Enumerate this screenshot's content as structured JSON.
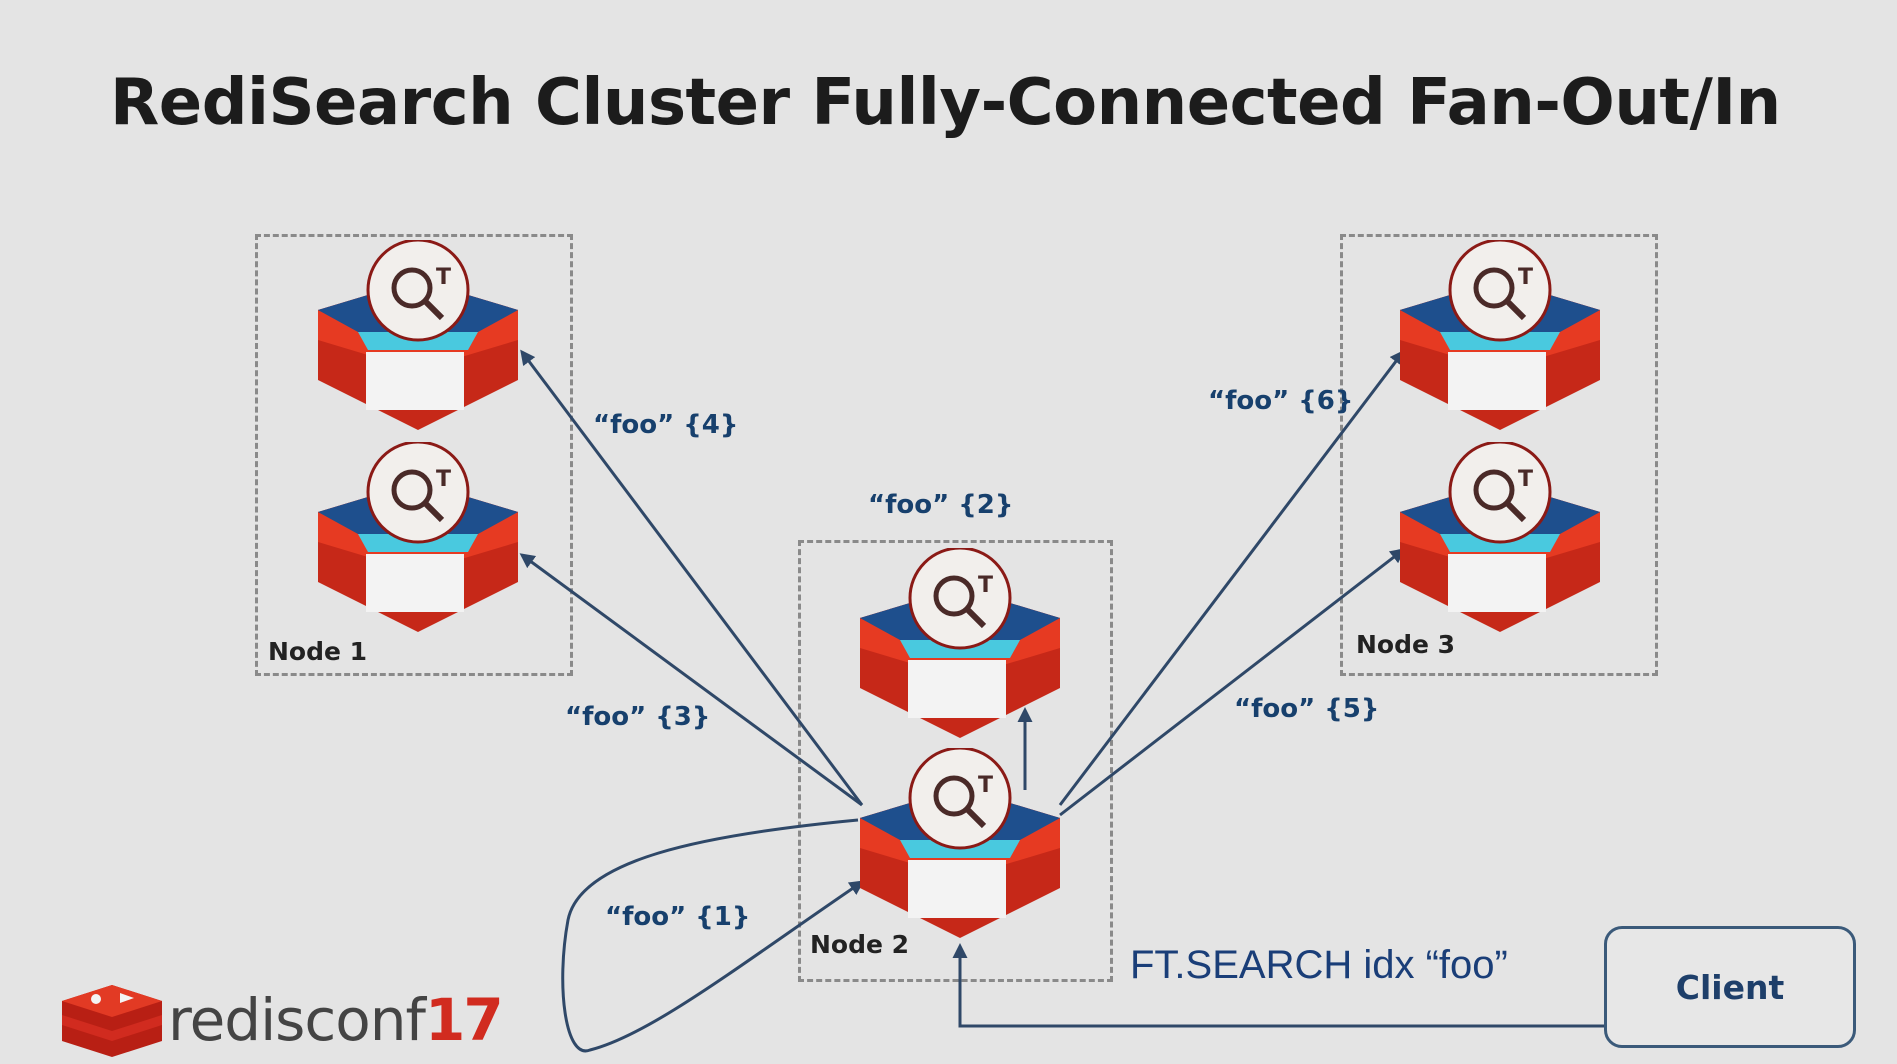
{
  "title": "RediSearch Cluster Fully-Connected Fan-Out/In",
  "nodes": [
    {
      "label": "Node 1"
    },
    {
      "label": "Node 2"
    },
    {
      "label": "Node 3"
    }
  ],
  "edge_labels": [
    "“foo” {1}",
    "“foo” {2}",
    "“foo” {3}",
    "“foo” {4}",
    "“foo” {5}",
    "“foo” {6}"
  ],
  "command": "FT.SEARCH idx “foo”",
  "client": {
    "label": "Client"
  },
  "brand": {
    "prefix": "redisconf",
    "suffix": "17"
  },
  "colors": {
    "edge": "#2f4868",
    "label": "#17406d",
    "redis_red": "#d63122",
    "cyan": "#45c8e0"
  },
  "icons": [
    "redisearch-shard-icon",
    "redis-logo-icon"
  ]
}
